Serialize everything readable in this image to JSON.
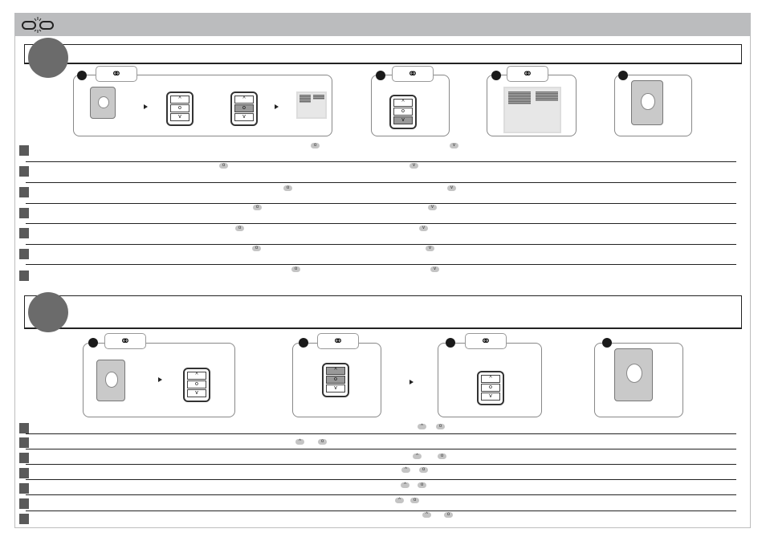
{
  "header": {
    "icon": "link-icon"
  },
  "colors": {
    "header": "#bbbcbe",
    "circle": "#6b6b6b",
    "step_square": "#5a5a5a",
    "button_chip": "#c4c4c4"
  },
  "remote_buttons": {
    "up": "^",
    "stop": "o",
    "down": "v"
  },
  "section1": {
    "rows": [
      [
        "o",
        "v"
      ],
      [
        "o",
        "v"
      ],
      [
        "o",
        "v"
      ],
      [
        "o",
        "v"
      ],
      [
        "o",
        "v"
      ],
      [
        "o",
        "v"
      ],
      [
        "o",
        "v"
      ]
    ]
  },
  "section2": {
    "rows": [
      [
        "^",
        "o"
      ],
      [
        "^",
        "o"
      ],
      [
        "^",
        "o"
      ],
      [
        "^",
        "o"
      ],
      [
        "^",
        "o"
      ],
      [
        "^",
        "o"
      ],
      [
        "^",
        "o"
      ]
    ]
  }
}
